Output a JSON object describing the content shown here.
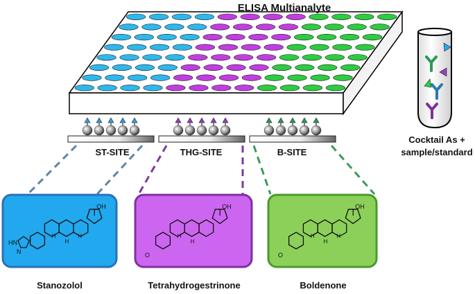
{
  "title": "ELISA Multianalyte",
  "plate": {
    "rows": 8,
    "columns": 12,
    "well_colors": {
      "st_site": "#2fb8ec",
      "thg_site": "#c23ee0",
      "b_site": "#2ecc40"
    }
  },
  "sites": [
    {
      "label": "ST-SITE",
      "antigen_color": "#2fa0e0",
      "guide_color": "#5a86a8"
    },
    {
      "label": "THG-SITE",
      "antigen_color": "#9a3cc0",
      "guide_color": "#7a3aa0"
    },
    {
      "label": "B-SITE",
      "antigen_color": "#2a9a5a",
      "guide_color": "#3a9a5a"
    }
  ],
  "compounds": [
    {
      "name": "Stanozolol",
      "box_color": "#21a8ee",
      "border_color": "#2b70b8",
      "labels": [
        "OH",
        "HN",
        "N",
        "H",
        "H",
        "H"
      ]
    },
    {
      "name": "Tetrahydrogestrinone",
      "box_color": "#cc66f0",
      "border_color": "#8030a0",
      "labels": [
        "OH",
        "O",
        "H",
        "H"
      ]
    },
    {
      "name": "Boldenone",
      "box_color": "#8cd05a",
      "border_color": "#4a9a2a",
      "labels": [
        "OH",
        "O",
        "H",
        "H",
        "H"
      ]
    }
  ],
  "cocktail": {
    "line1": "Cocktail As +",
    "line2": "sample/standard",
    "antibody_colors": [
      "#2a9a5a",
      "#2a7ab0",
      "#8030a0"
    ],
    "antigen_colors": [
      "#21a8ee",
      "#9a3cc0",
      "#2ecc40"
    ]
  }
}
